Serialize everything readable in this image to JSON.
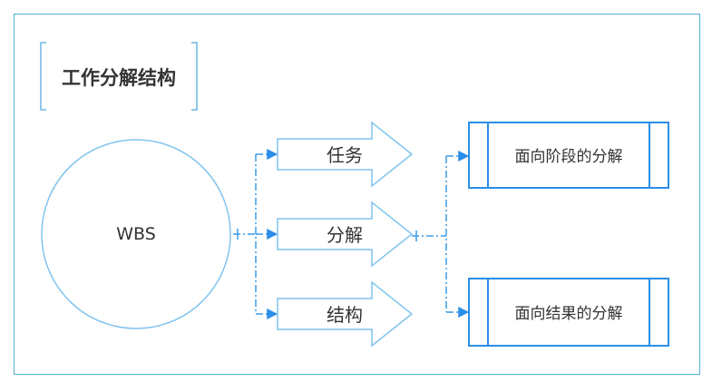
{
  "title": "工作分解结构",
  "center": {
    "label": "WBS"
  },
  "arrows": [
    {
      "label": "任务"
    },
    {
      "label": "分解"
    },
    {
      "label": "结构"
    }
  ],
  "boxes": [
    {
      "label": "面向阶段的分解"
    },
    {
      "label": "面向结果的分解"
    }
  ],
  "colors": {
    "frame": "#4fb3d9",
    "shape": "#7fc4ee",
    "accent": "#2b8ee8",
    "dash": "#3a9be6",
    "text": "#333333"
  }
}
